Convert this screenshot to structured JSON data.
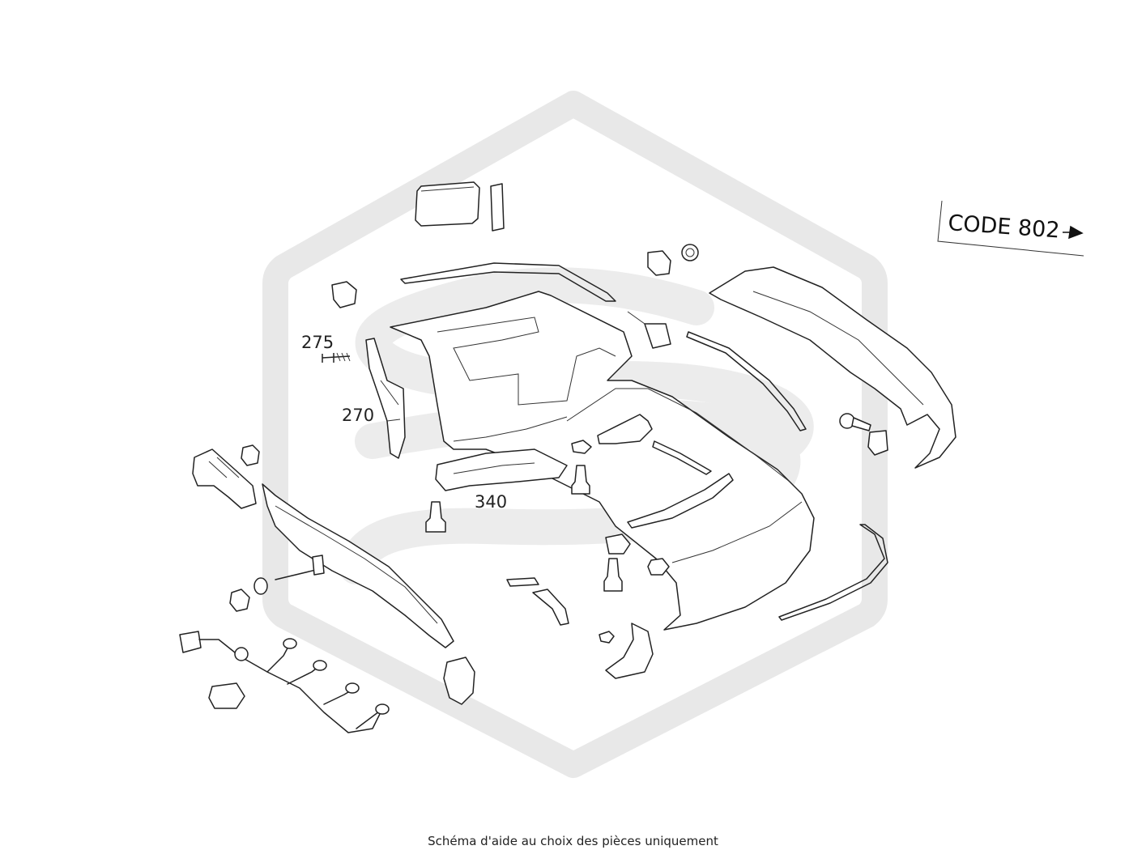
{
  "callouts": {
    "c275": "275",
    "c270": "270",
    "c340": "340"
  },
  "code_tag": {
    "label": "CODE 802"
  },
  "caption": "Schéma d'aide au choix des pièces uniquement",
  "icons": [
    "watermark-logo",
    "arrow-right-icon"
  ],
  "colors": {
    "line": "#222222",
    "watermark": "#e8e8e8",
    "background": "#ffffff"
  }
}
